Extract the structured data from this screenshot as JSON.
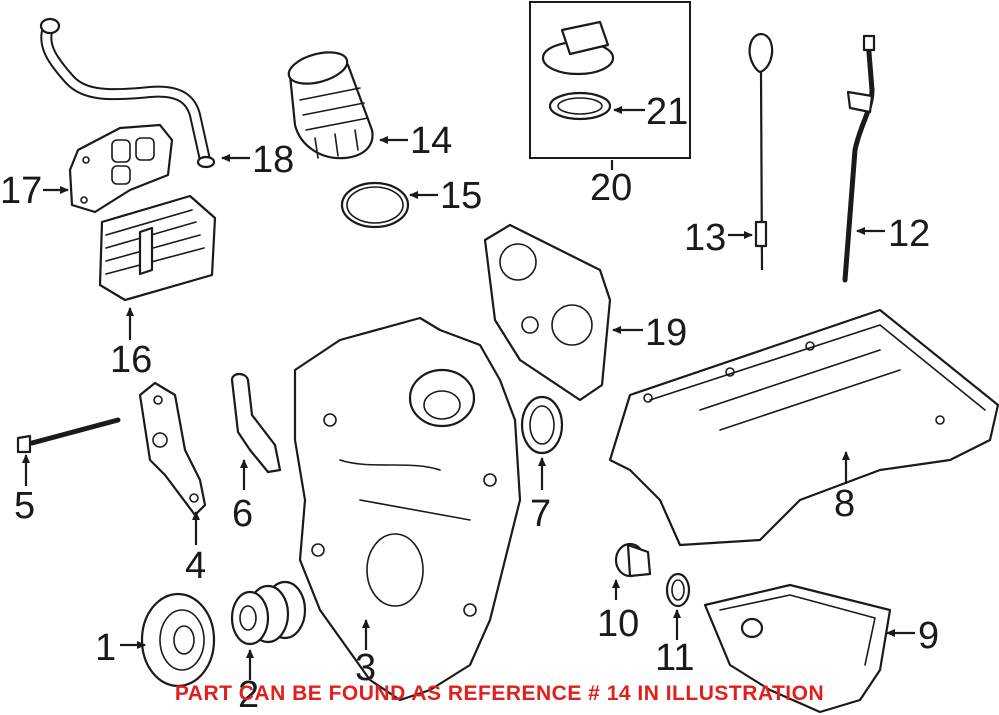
{
  "callouts": {
    "c1": "1",
    "c2": "2",
    "c3": "3",
    "c4": "4",
    "c5": "5",
    "c6": "6",
    "c7": "7",
    "c8": "8",
    "c9": "9",
    "c10": "10",
    "c11": "11",
    "c12": "12",
    "c13": "13",
    "c14": "14",
    "c15": "15",
    "c16": "16",
    "c17": "17",
    "c18": "18",
    "c19": "19",
    "c20": "20",
    "c21": "21"
  },
  "notice": "PART CAN BE FOUND AS REFERENCE # 14 IN ILLUSTRATION",
  "colors": {
    "notice": "#e0201c",
    "line": "#1a1a1a",
    "background": "#ffffff"
  }
}
